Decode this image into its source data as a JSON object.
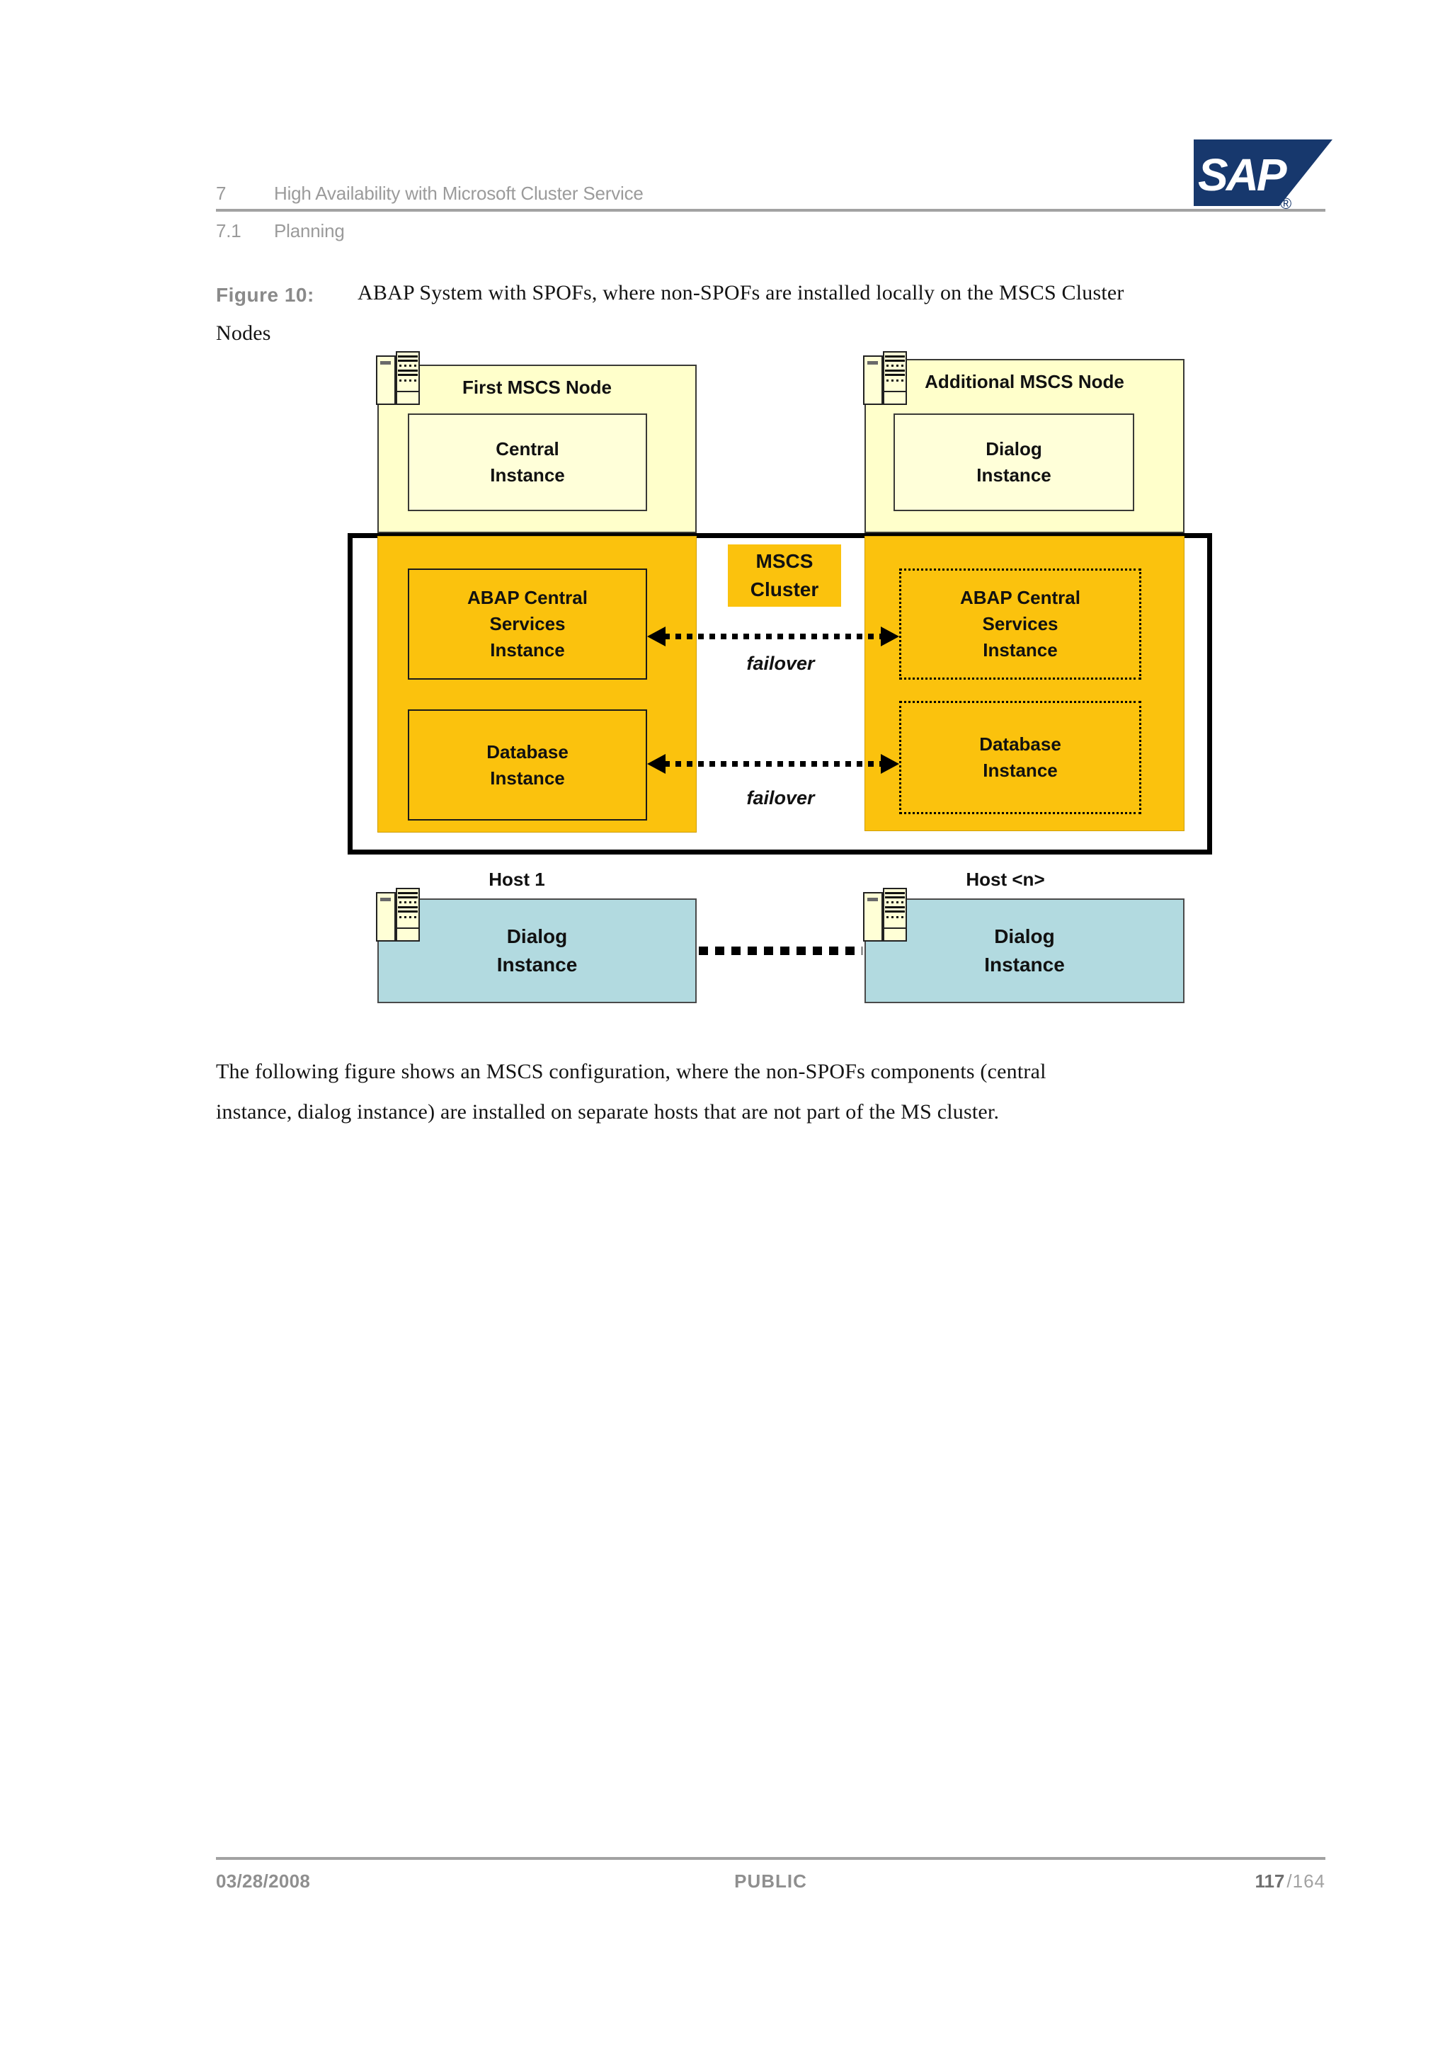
{
  "header": {
    "chapter_number": "7",
    "chapter_title": "High Availability with Microsoft Cluster Service",
    "section_number": "7.1",
    "section_title": "Planning",
    "logo_text": "SAP",
    "logo_registered": "®"
  },
  "figure": {
    "label": "Figure 10:",
    "caption_line1": "ABAP System with SPOFs, where non-SPOFs are installed locally on the MSCS Cluster",
    "caption_line2": "Nodes"
  },
  "diagram": {
    "first_node": {
      "title": "First MSCS Node",
      "instance": "Central\nInstance"
    },
    "additional_node": {
      "title": "Additional MSCS Node",
      "instance": "Dialog\nInstance"
    },
    "cluster_label": "MSCS\nCluster",
    "acs_left": "ABAP Central\nServices\nInstance",
    "acs_right": "ABAP Central\nServices\nInstance",
    "db_left": "Database\nInstance",
    "db_right": "Database\nInstance",
    "failover_top": "failover",
    "failover_bottom": "failover",
    "host_left": "Host 1",
    "host_right": "Host <n>",
    "dialog_left": "Dialog\nInstance",
    "dialog_right": "Dialog\nInstance"
  },
  "paragraph": {
    "line1": "The following figure shows an MSCS configuration, where the non-SPOFs components (central",
    "line2": "instance, dialog instance) are installed on separate hosts that are not part of the MS cluster."
  },
  "footer": {
    "date": "03/28/2008",
    "classification": "PUBLIC",
    "page_number": "117",
    "page_total": "/164"
  },
  "colors": {
    "gold": "#FBC20D",
    "cream": "#FFFFCB",
    "cream_light": "#FFFFD9",
    "blue_box": "#B2DAE0",
    "sap_navy": "#17386D",
    "header_gray": "#9B9B9B"
  }
}
